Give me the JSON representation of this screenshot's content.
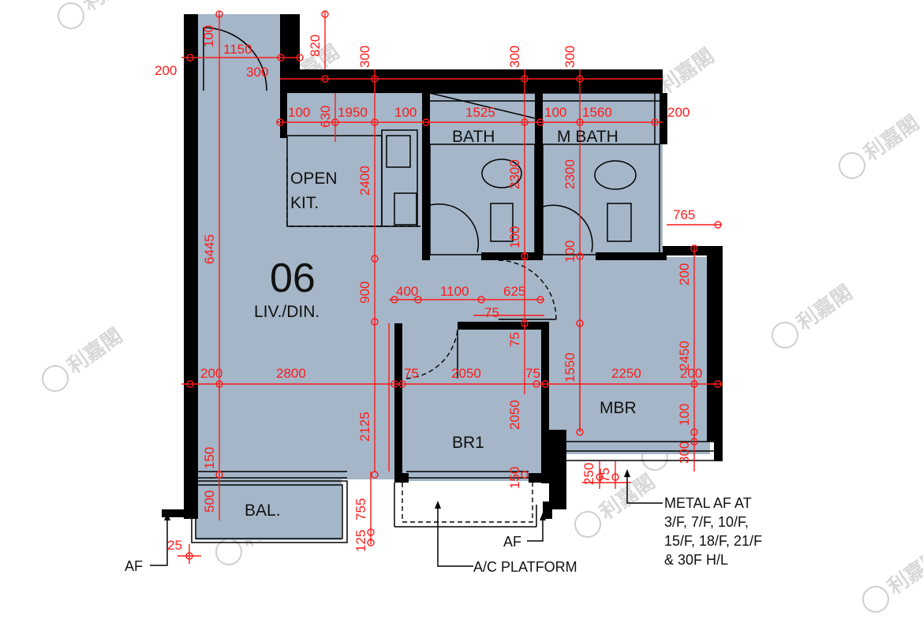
{
  "unit_number": "06",
  "rooms": {
    "open_kitchen_line1": "OPEN",
    "open_kitchen_line2": "KIT.",
    "living_dining": "LIV./DIN.",
    "bath": "BATH",
    "master_bath": "M BATH",
    "bedroom1": "BR1",
    "master_bedroom": "MBR",
    "balcony": "BAL."
  },
  "labels": {
    "af_left": "AF",
    "af_mid": "AF",
    "ac_platform": "A/C PLATFORM",
    "metal_af_note": [
      "METAL AF AT",
      "3/F, 7/F, 10/F,",
      "15/F, 18/F, 21/F",
      "& 30F H/L"
    ]
  },
  "watermark_text": "利嘉閣",
  "dimensions": {
    "d100_top_left": "100",
    "d1150": "1150",
    "d820": "820",
    "d300_top": "300",
    "d300_top_mid": "300",
    "d300_top_right": "300",
    "d200_left_top": "200",
    "d300_entry": "300",
    "d100_k": "100",
    "d630": "630",
    "d1950": "1950",
    "d100_b": "100",
    "d1525": "1525",
    "d100_mb": "100",
    "d1560": "1560",
    "d200_right_top": "200",
    "d2400": "2400",
    "d2300_bath": "2300",
    "d2300_mbath": "2300",
    "d765": "765",
    "d6445": "6445",
    "d100_bath_low": "100",
    "d100_mbath_low": "100",
    "d200_mbr_top": "200",
    "d900": "900",
    "d400": "400",
    "d1100": "1100",
    "d625": "625",
    "d75_a": "75",
    "d75_b": "75",
    "d2450": "2450",
    "d200_mid_left": "200",
    "d2800": "2800",
    "d75_c": "75",
    "d2050_h": "2050",
    "d75_d": "75",
    "d1550": "1550",
    "d2250": "2250",
    "d200_mid_right": "200",
    "d2125": "2125",
    "d2050_v": "2050",
    "d100_mbr": "100",
    "d300_mbr": "300",
    "d150_left": "150",
    "d150_br1": "150",
    "d250": "250",
    "d75_e": "75",
    "d500": "500",
    "d755": "755",
    "d125": "125",
    "d25": "25"
  }
}
